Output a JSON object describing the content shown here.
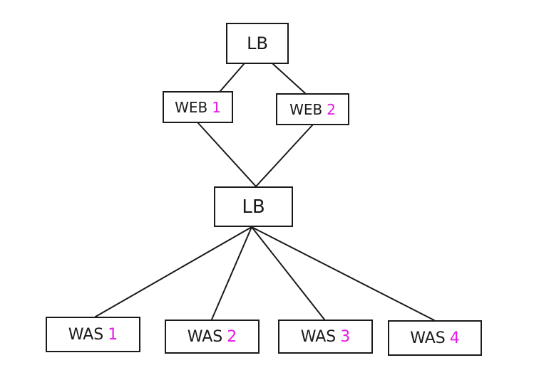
{
  "colors": {
    "stroke": "#1a1a1a",
    "accent": "#e619e6",
    "background": "#ffffff"
  },
  "nodes": {
    "lb_top": {
      "label": "LB",
      "number": ""
    },
    "web1": {
      "label": "WEB",
      "number": "1"
    },
    "web2": {
      "label": "WEB",
      "number": "2"
    },
    "lb_mid": {
      "label": "LB",
      "number": ""
    },
    "was1": {
      "label": "WAS",
      "number": "1"
    },
    "was2": {
      "label": "WAS",
      "number": "2"
    },
    "was3": {
      "label": "WAS",
      "number": "3"
    },
    "was4": {
      "label": "WAS",
      "number": "4"
    }
  },
  "edges": [
    [
      "lb_top",
      "web1"
    ],
    [
      "lb_top",
      "web2"
    ],
    [
      "web1",
      "lb_mid"
    ],
    [
      "web2",
      "lb_mid"
    ],
    [
      "lb_mid",
      "was1"
    ],
    [
      "lb_mid",
      "was2"
    ],
    [
      "lb_mid",
      "was3"
    ],
    [
      "lb_mid",
      "was4"
    ]
  ]
}
